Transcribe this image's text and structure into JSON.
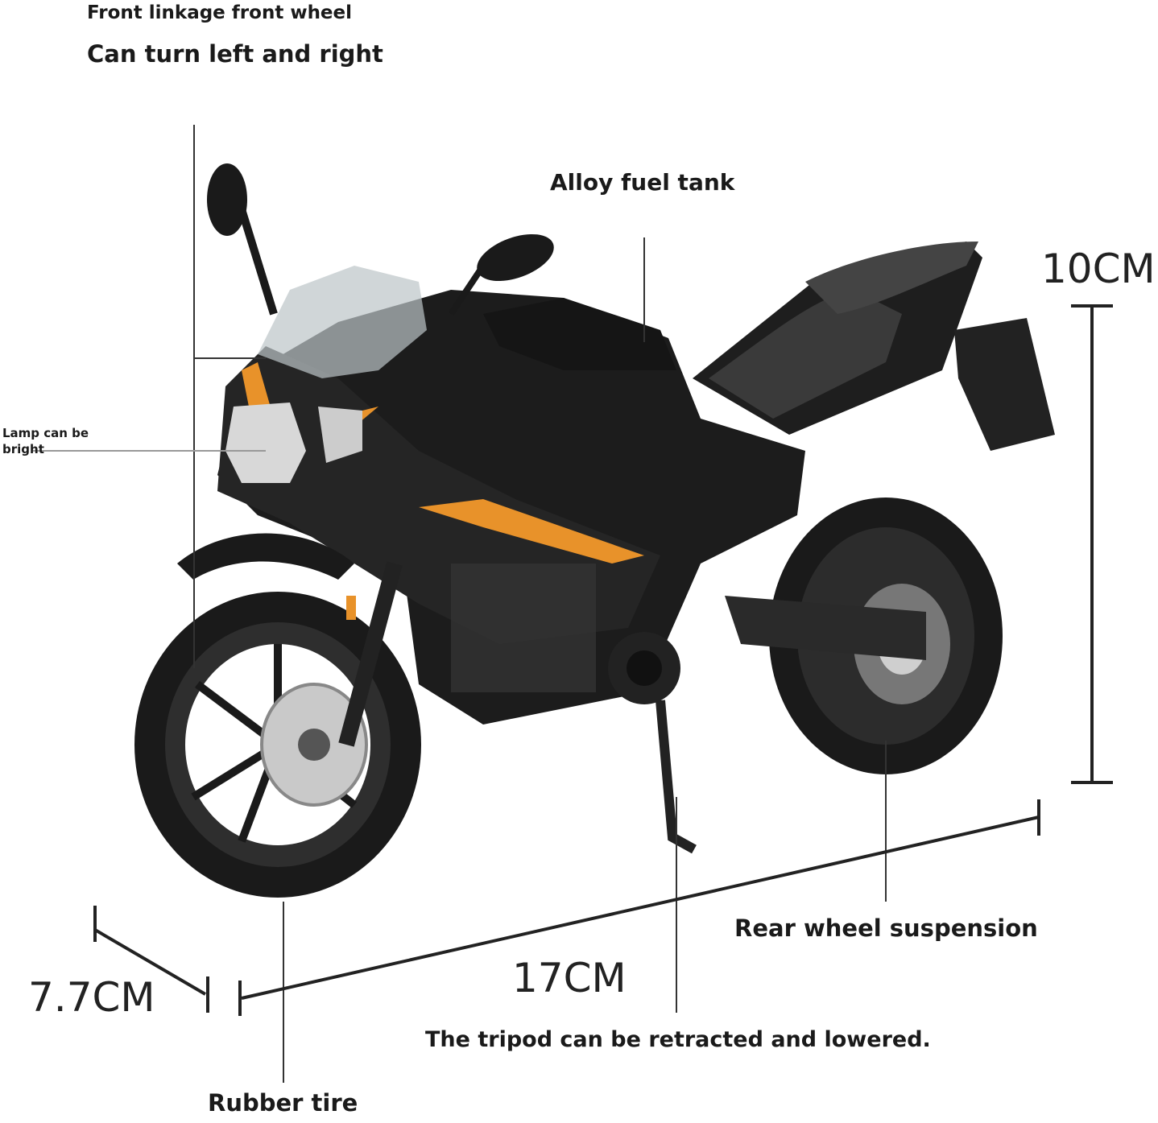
{
  "annotations": {
    "front_linkage": "Front linkage front wheel",
    "turn": "Can turn left and right",
    "fuel_tank": "Alloy fuel tank",
    "lamp": "Lamp can be bright",
    "rear_suspension": "Rear wheel suspension",
    "tripod": "The tripod can be retracted and lowered.",
    "rubber_tire": "Rubber tire"
  },
  "dimensions": {
    "height": "10CM",
    "length": "17CM",
    "width": "7.7CM"
  },
  "colors": {
    "body": "#1c1c1c",
    "accent": "#e8922a",
    "seat": "#3a3a3a"
  }
}
